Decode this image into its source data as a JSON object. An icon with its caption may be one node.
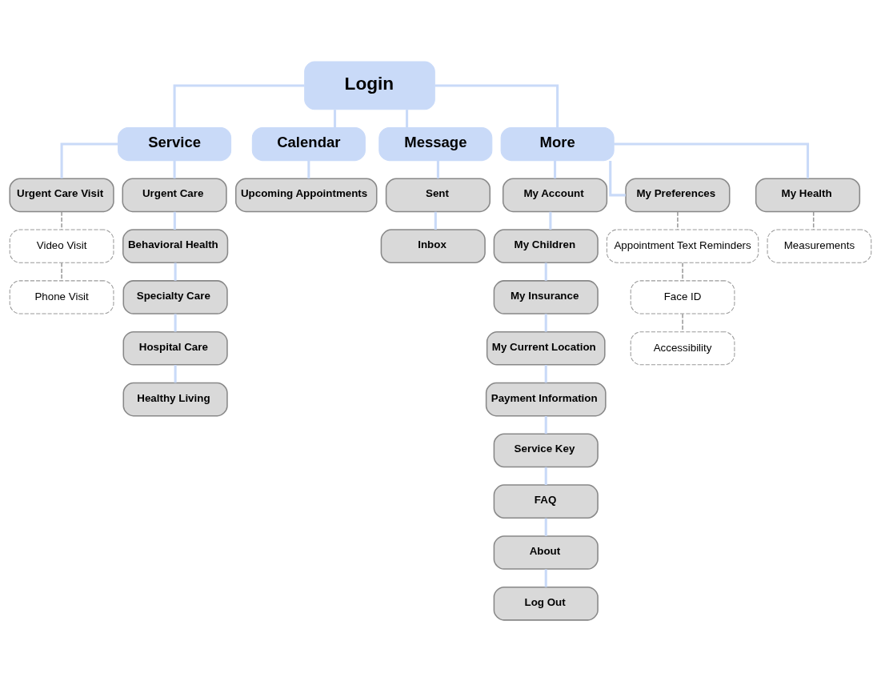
{
  "diagram": {
    "nodes": [
      {
        "text": [
          "Login"
        ]
      },
      {
        "text": [
          "Service"
        ]
      },
      {
        "text": [
          "Calendar"
        ]
      },
      {
        "text": [
          "Message"
        ]
      },
      {
        "text": [
          "More"
        ]
      },
      {
        "text": [
          "Urgent Care Visit"
        ]
      },
      {
        "text": [
          "Urgent Care"
        ]
      },
      {
        "text": [
          "Video Visit"
        ]
      },
      {
        "text": [
          "Phone Visit"
        ]
      },
      {
        "text": [
          "Behavioral Health"
        ]
      },
      {
        "text": [
          "Specialty Care"
        ]
      },
      {
        "text": [
          "Hospital Care"
        ]
      },
      {
        "text": [
          "Healthy Living"
        ]
      },
      {
        "text": [
          "Upcoming Appointments"
        ]
      },
      {
        "text": [
          "Sent"
        ]
      },
      {
        "text": [
          "Inbox"
        ]
      },
      {
        "text": [
          "My Account"
        ]
      },
      {
        "text": [
          "My Preferences"
        ]
      },
      {
        "text": [
          "My Health"
        ]
      },
      {
        "text": [
          "My Children"
        ]
      },
      {
        "text": [
          "My Insurance"
        ]
      },
      {
        "text": [
          "My Current Location"
        ]
      },
      {
        "text": [
          "Payment Information"
        ]
      },
      {
        "text": [
          "Service Key"
        ]
      },
      {
        "text": [
          "FAQ"
        ]
      },
      {
        "text": [
          "About"
        ]
      },
      {
        "text": [
          "Log Out"
        ]
      },
      {
        "text": [
          "Appointment Text Reminders"
        ]
      },
      {
        "text": [
          "Face ID"
        ]
      },
      {
        "text": [
          "Accessibility"
        ]
      },
      {
        "text": [
          "Measurements"
        ]
      }
    ],
    "edges": [
      {
        "from": 0,
        "to": 1,
        "arrow": "none"
      },
      {
        "from": 0,
        "to": 2,
        "arrow": "none"
      },
      {
        "from": 0,
        "to": 3,
        "arrow": "none"
      },
      {
        "from": 0,
        "to": 4,
        "arrow": "none"
      },
      {
        "from": 1,
        "to": 5,
        "arrow": "none"
      },
      {
        "from": 1,
        "to": 6,
        "arrow": "none"
      },
      {
        "from": 5,
        "to": 7,
        "arrow": "none",
        "style": "dashed",
        "color": "#999999"
      },
      {
        "from": 7,
        "to": 8,
        "arrow": "none",
        "style": "dashed",
        "color": "#999999"
      },
      {
        "from": 6,
        "to": 9,
        "arrow": "none"
      },
      {
        "from": 9,
        "to": 10,
        "arrow": "none"
      },
      {
        "from": 10,
        "to": 11,
        "arrow": "none"
      },
      {
        "from": 11,
        "to": 12,
        "arrow": "none"
      },
      {
        "from": 2,
        "to": 13,
        "arrow": "none"
      },
      {
        "from": 3,
        "to": 14,
        "arrow": "none"
      },
      {
        "from": 14,
        "to": 15,
        "arrow": "none"
      },
      {
        "from": 4,
        "to": 16,
        "arrow": "none"
      },
      {
        "from": 4,
        "to": 17,
        "arrow": "none"
      },
      {
        "from": 4,
        "to": 18,
        "arrow": "none"
      },
      {
        "from": 16,
        "to": 19,
        "arrow": "none"
      },
      {
        "from": 19,
        "to": 20,
        "arrow": "none"
      },
      {
        "from": 20,
        "to": 21,
        "arrow": "none"
      },
      {
        "from": 21,
        "to": 22,
        "arrow": "none"
      },
      {
        "from": 22,
        "to": 23,
        "arrow": "none"
      },
      {
        "from": 23,
        "to": 24,
        "arrow": "none"
      },
      {
        "from": 24,
        "to": 25,
        "arrow": "none"
      },
      {
        "from": 25,
        "to": 26,
        "arrow": "none"
      },
      {
        "from": 17,
        "to": 27,
        "arrow": "none",
        "style": "dashed",
        "color": "#999999"
      },
      {
        "from": 27,
        "to": 28,
        "arrow": "none",
        "style": "dashed",
        "color": "#999999"
      },
      {
        "from": 28,
        "to": 29,
        "arrow": "none",
        "style": "dashed",
        "color": "#999999"
      },
      {
        "from": 18,
        "to": 30,
        "arrow": "none",
        "style": "dashed",
        "color": "#999999"
      }
    ]
  }
}
